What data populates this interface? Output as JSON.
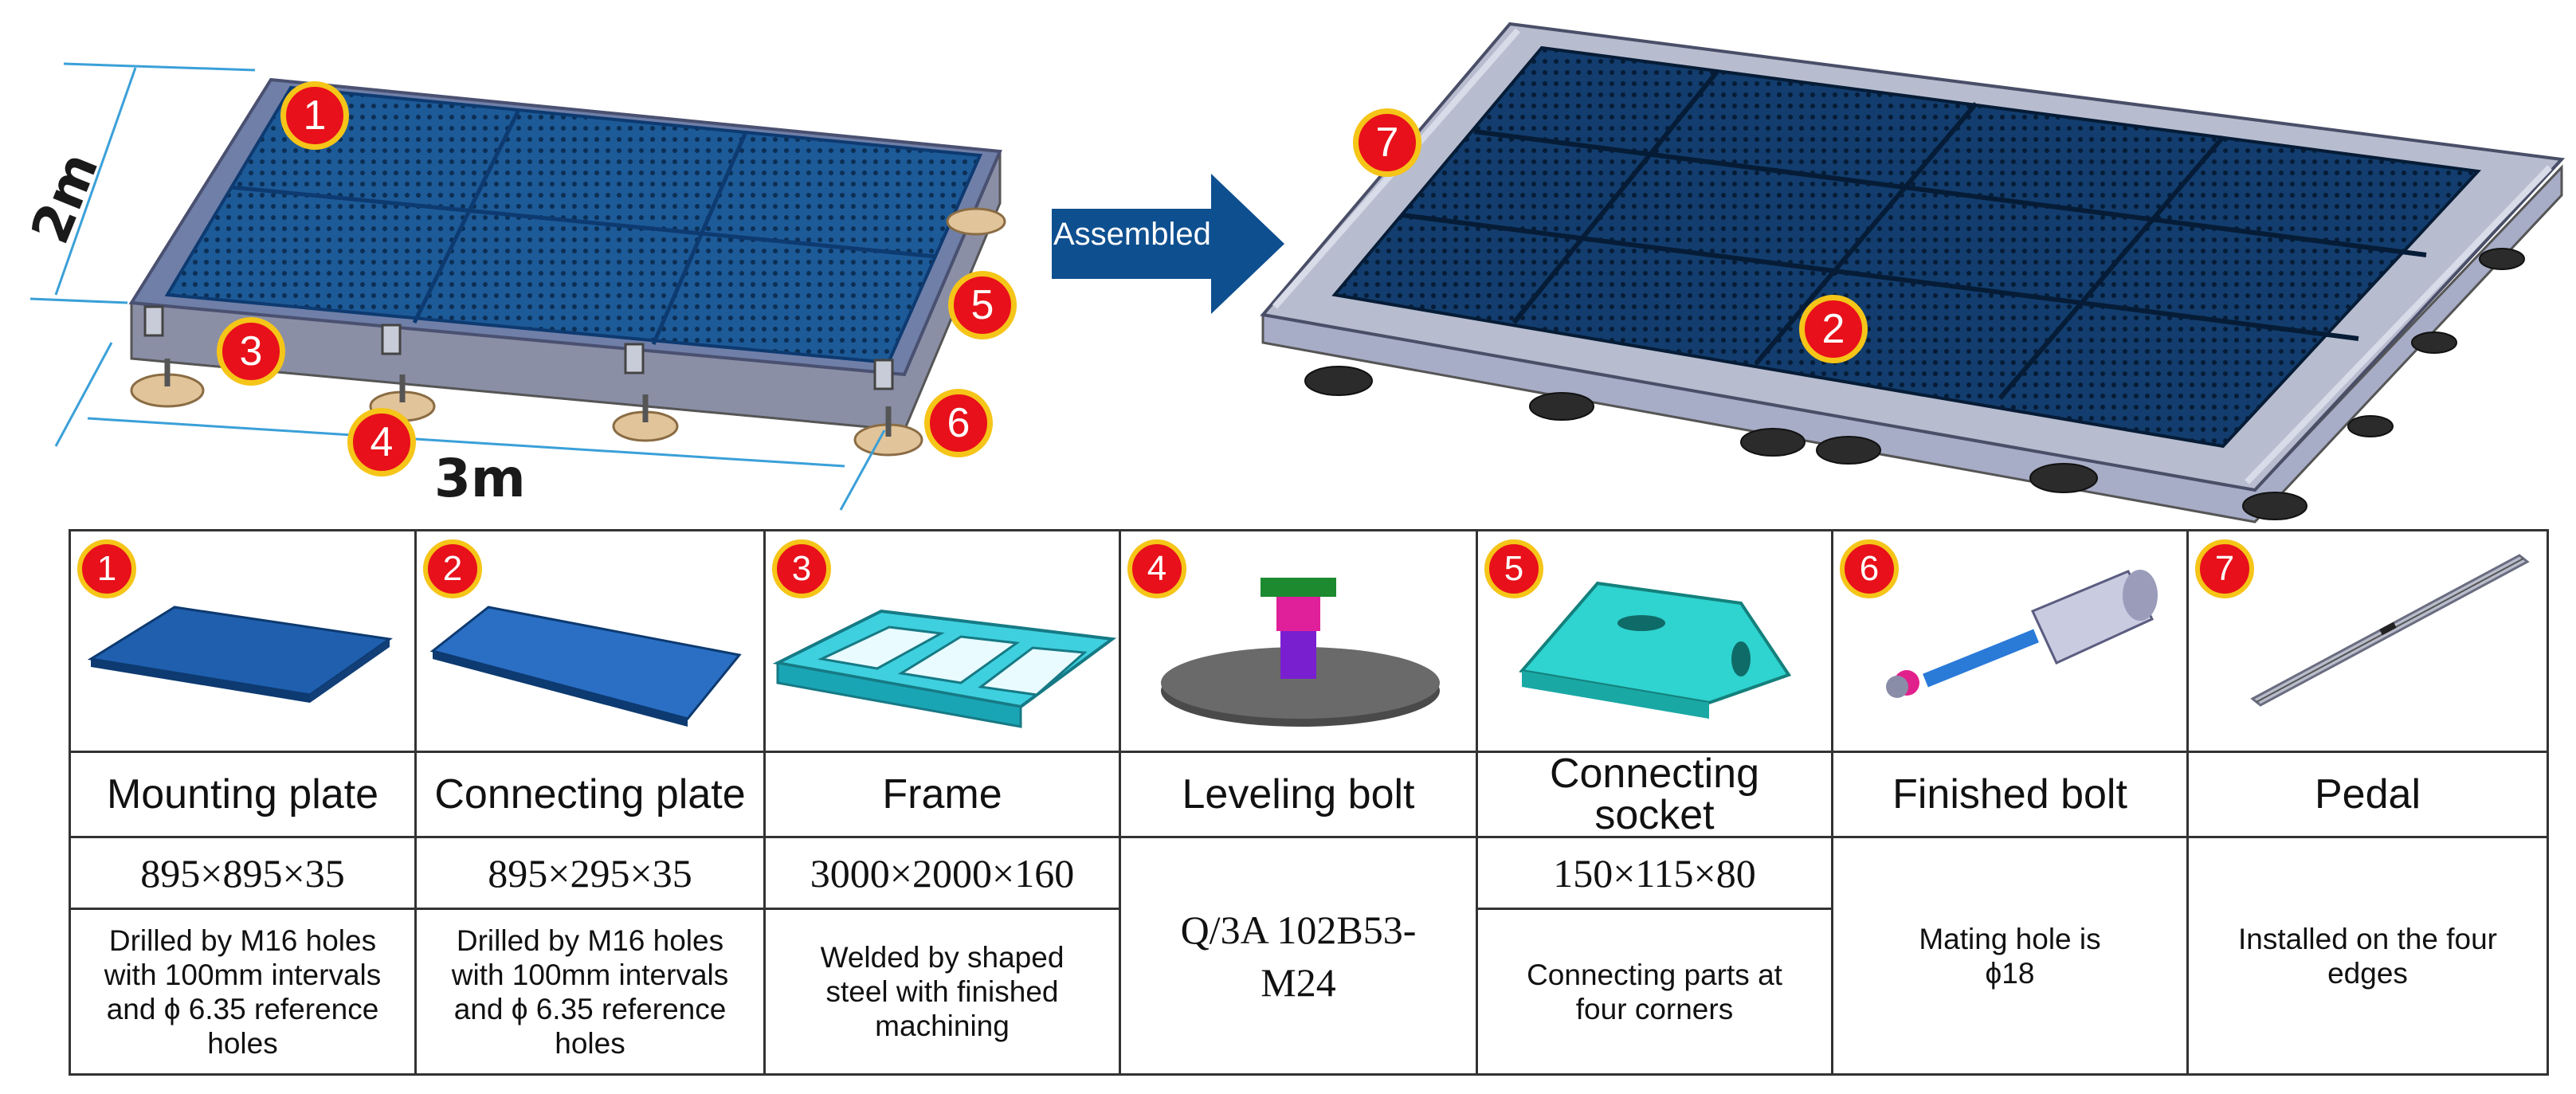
{
  "top": {
    "dim_width": "2m",
    "dim_length": "3m",
    "arrow_label": "Assembled",
    "callouts": [
      "1",
      "2",
      "3",
      "4",
      "5",
      "6",
      "7"
    ]
  },
  "parts": [
    {
      "num": "1",
      "name": "Mounting plate",
      "size": "895×895×35",
      "desc": "Drilled by M16 holes with 100mm intervals and ϕ 6.35 reference holes",
      "icon": "mounting-plate-icon"
    },
    {
      "num": "2",
      "name": "Connecting plate",
      "size": "895×295×35",
      "desc": "Drilled by M16 holes with 100mm intervals and ϕ 6.35 reference holes",
      "icon": "connecting-plate-icon"
    },
    {
      "num": "3",
      "name": "Frame",
      "size": "3000×2000×160",
      "desc": "Welded by shaped steel with finished machining",
      "icon": "frame-icon"
    },
    {
      "num": "4",
      "name": "Leveling bolt",
      "std_line1": "Q/3A 102B53-",
      "std_line2": "M24",
      "icon": "leveling-bolt-icon"
    },
    {
      "num": "5",
      "name": "Connecting socket",
      "size": "150×115×80",
      "desc": "Connecting parts at four corners",
      "icon": "connecting-socket-icon"
    },
    {
      "num": "6",
      "name": "Finished bolt",
      "desc_line1": "Mating hole is",
      "desc_line2": "ϕ18",
      "icon": "finished-bolt-icon"
    },
    {
      "num": "7",
      "name": "Pedal",
      "desc": "Installed on the four edges",
      "icon": "pedal-icon"
    }
  ],
  "colors": {
    "badge": "#e8101a",
    "badge_ring": "#f5c518",
    "arrow": "#0e4f8f",
    "plate": "#1f5fae",
    "dim_line": "#3aa0d8"
  }
}
